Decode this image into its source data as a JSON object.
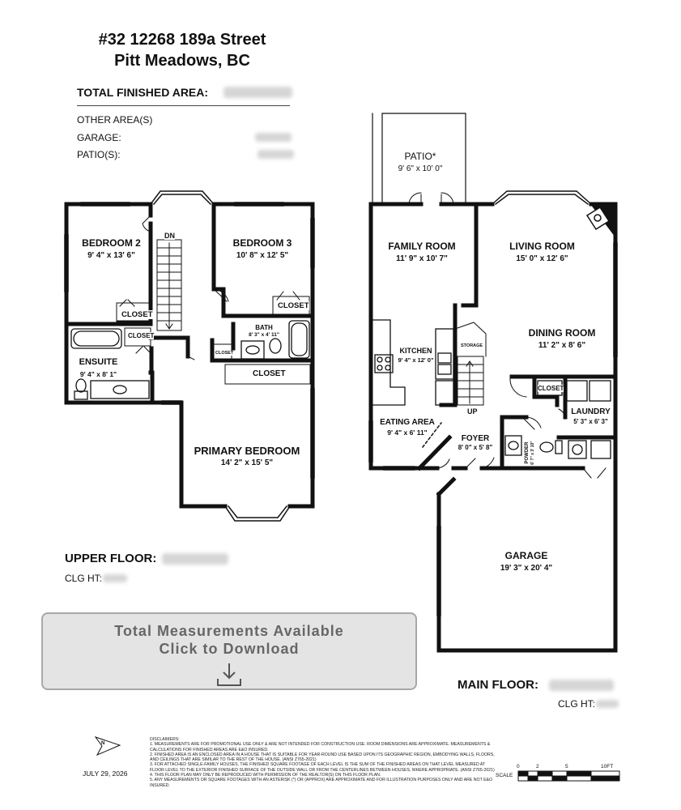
{
  "header": {
    "address_line1": "#32 12268 189a Street",
    "address_line2": "Pitt Meadows, BC",
    "total_finished_area_label": "TOTAL FINISHED AREA:",
    "other_areas_label": "OTHER AREA(S)",
    "garage_label": "GARAGE:",
    "patio_label": "PATIO(S):"
  },
  "upper_floor": {
    "label": "UPPER FLOOR:",
    "ceiling_label": "CLG HT:",
    "rooms": {
      "bedroom2": {
        "name": "BEDROOM 2",
        "dims": "9' 4\" x 13' 6\""
      },
      "bedroom3": {
        "name": "BEDROOM 3",
        "dims": "10' 8\" x 12' 5\""
      },
      "ensuite": {
        "name": "ENSUITE",
        "dims": "9' 4\" x 8' 1\""
      },
      "bath": {
        "name": "BATH",
        "dims": "8' 3\" x 4' 11\""
      },
      "primary": {
        "name": "PRIMARY BEDROOM",
        "dims": "14' 2\" x 15' 5\""
      }
    },
    "closet_label": "CLOSET",
    "stairs_label": "DN"
  },
  "main_floor": {
    "label": "MAIN FLOOR:",
    "ceiling_label": "CLG HT:",
    "rooms": {
      "patio": {
        "name": "PATIO*",
        "dims": "9' 6\" x 10' 0\""
      },
      "family": {
        "name": "FAMILY ROOM",
        "dims": "11' 9\" x 10' 7\""
      },
      "living": {
        "name": "LIVING ROOM",
        "dims": "15' 0\" x 12' 6\""
      },
      "dining": {
        "name": "DINING ROOM",
        "dims": "11' 2\" x 8' 6\""
      },
      "kitchen": {
        "name": "KITCHEN",
        "dims": "9' 4\" x 12' 0\""
      },
      "eating": {
        "name": "EATING AREA",
        "dims": "9' 4\" x 6' 11\""
      },
      "foyer": {
        "name": "FOYER",
        "dims": "8' 0\" x 5' 8\""
      },
      "laundry": {
        "name": "LAUNDRY",
        "dims": "5' 3\" x 6' 3\""
      },
      "powder": {
        "name": "POWDER",
        "dims": "6' 7\" x 3' 10\""
      },
      "garage": {
        "name": "GARAGE",
        "dims": "19' 3\" x 20' 4\""
      }
    },
    "closet_label": "CLOSET",
    "storage_label": "STORAGE",
    "stairs_label": "UP"
  },
  "download_button": {
    "line1": "Total Measurements Available",
    "line2": "Click to Download"
  },
  "footer": {
    "date": "JULY 29, 2026",
    "disclaimer_title": "DISCLAIMERS:",
    "disclaimers": [
      "1. MEASUREMENTS ARE FOR PROMOTIONAL USE ONLY & ARE NOT INTENDED FOR CONSTRUCTION USE. ROOM DIMENSIONS ARE APPROXIMATE. MEASUREMENTS & CALCULATIONS FOR FINISHED AREAS ARE E&O INSURED.",
      "2. FINISHED AREA IS AN ENCLOSED AREA IN A HOUSE THAT IS SUITABLE FOR YEAR-ROUND USE BASED UPON ITS GEOGRAPHIC REGION, EMBODYING WALLS, FLOORS, AND CEILINGS THAT ARE SIMILAR TO THE REST OF THE HOUSE. (ANSI Z765-2021)",
      "3. FOR ATTACHED SINGLE-FAMILY HOUSES, THE FINISHED SQUARE FOOTAGE OF EACH LEVEL IS THE SUM OF THE FINISHED AREAS ON THAT LEVEL MEASURED AT FLOOR LEVEL TO THE EXTERIOR FINISHED SURFACE OF THE OUTSIDE WALL OR FROM THE CENTERLINES BETWEEN HOUSES, WHERE APPROPRIATE. (ANSI Z765-2021)",
      "4. THIS FLOOR PLAN MAY ONLY BE REPRODUCED WITH PERMISSION OF THE REALTOR(S) ON THIS FLOOR PLAN.",
      "5. ANY MEASUREMENTS OR SQUARE FOOTAGES WITH AN ASTERISK (*) OR (APPROX) ARE APPROXIMATE AND FOR ILLUSTRATION PURPOSES ONLY AND ARE NOT E&O INSURED."
    ],
    "scale_label": "SCALE",
    "scale_ticks": [
      "0",
      "2",
      "5",
      "10FT"
    ],
    "north_label": "N"
  }
}
